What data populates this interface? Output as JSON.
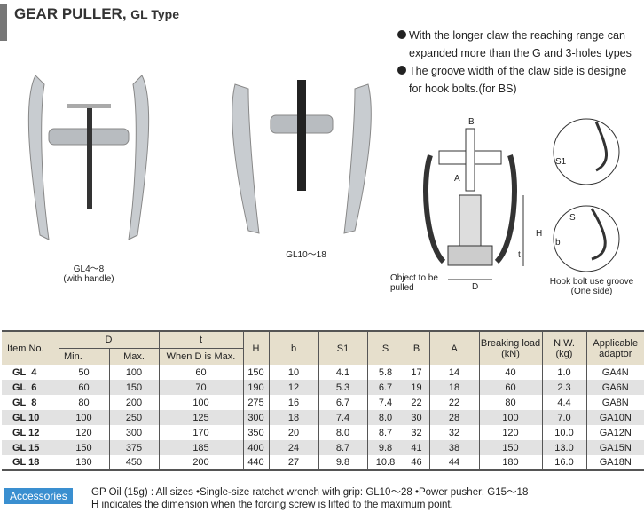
{
  "title": {
    "main": "GEAR PULLER,",
    "sub": "GL Type"
  },
  "features": [
    "With the longer claw the reaching range can",
    "expanded more than the G and 3-holes types",
    "The groove width of the claw side is designe",
    "for hook bolts.(for BS)"
  ],
  "products": [
    {
      "name": "GL4～8",
      "note": "(with handle)"
    },
    {
      "name": "GL10～18"
    }
  ],
  "diagram": {
    "B": "B",
    "A": "A",
    "H": "H",
    "t": "t",
    "D": "D",
    "object": "Object to be",
    "object2": "pulled",
    "S1": "S1",
    "S": "S",
    "b": "b",
    "groove": "Hook bolt use groove",
    "groove2": "(One side)"
  },
  "table": {
    "headers": {
      "item": "Item No.",
      "D": "D",
      "dmin": "Min.",
      "dmax": "Max.",
      "t": "t",
      "tsub": "When D is Max.",
      "H": "H",
      "b": "b",
      "S1": "S1",
      "S": "S",
      "B": "B",
      "A": "A",
      "load": "Breaking load",
      "load_unit": "(kN)",
      "nw": "N.W.",
      "nw_unit": "(kg)",
      "adaptor": "Applicable",
      "adaptor2": "adaptor"
    },
    "rows": [
      [
        "GL  4",
        "50",
        "100",
        "60",
        "150",
        "10",
        "4.1",
        "5.8",
        "17",
        "14",
        "40",
        "1.0",
        "GA4N"
      ],
      [
        "GL  6",
        "60",
        "150",
        "70",
        "190",
        "12",
        "5.3",
        "6.7",
        "19",
        "18",
        "60",
        "2.3",
        "GA6N"
      ],
      [
        "GL  8",
        "80",
        "200",
        "100",
        "275",
        "16",
        "6.7",
        "7.4",
        "22",
        "22",
        "80",
        "4.4",
        "GA8N"
      ],
      [
        "GL 10",
        "100",
        "250",
        "125",
        "300",
        "18",
        "7.4",
        "8.0",
        "30",
        "28",
        "100",
        "7.0",
        "GA10N"
      ],
      [
        "GL 12",
        "120",
        "300",
        "170",
        "350",
        "20",
        "8.0",
        "8.7",
        "32",
        "32",
        "120",
        "10.0",
        "GA12N"
      ],
      [
        "GL 15",
        "150",
        "375",
        "185",
        "400",
        "24",
        "8.7",
        "9.8",
        "41",
        "38",
        "150",
        "13.0",
        "GA15N"
      ],
      [
        "GL 18",
        "180",
        "450",
        "200",
        "440",
        "27",
        "9.8",
        "10.8",
        "46",
        "44",
        "180",
        "16.0",
        "GA18N"
      ]
    ]
  },
  "accessories": {
    "label": "Accessories",
    "line1": "GP Oil (15g) : All sizes •Single-size ratchet wrench with grip: GL10～28 •Power pusher: G15～18",
    "line2": "H indicates the dimension when the forcing screw is lifted to the maximum point."
  }
}
